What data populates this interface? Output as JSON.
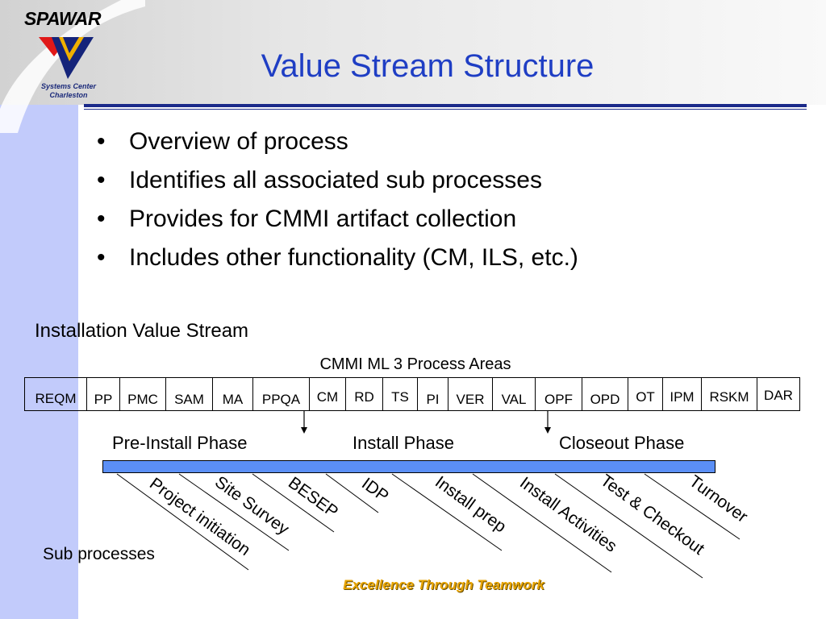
{
  "brand": {
    "name": "SPAWAR",
    "subtitle_line1": "Systems Center",
    "subtitle_line2": "Charleston"
  },
  "slide": {
    "title": "Value Stream Structure",
    "bullets": [
      "Overview of process",
      "Identifies all associated sub processes",
      "Provides for CMMI artifact collection",
      "Includes other functionality (CM, ILS, etc.)"
    ],
    "bullet_marker": "•"
  },
  "value_stream": {
    "label": "Installation Value Stream",
    "cmmi_title": "CMMI ML 3 Process Areas",
    "process_areas": [
      "REQM",
      "PP",
      "PMC",
      "SAM",
      "MA",
      "PPQA",
      "CM",
      "RD",
      "TS",
      "PI",
      "VER",
      "VAL",
      "OPF",
      "OPD",
      "OT",
      "IPM",
      "RSKM",
      "DAR"
    ],
    "phases": [
      "Pre-Install Phase",
      "Install Phase",
      "Closeout Phase"
    ],
    "sub_processes_label": "Sub processes",
    "sub_processes": [
      "Project initiation",
      "Site Survey",
      "BESEP",
      "IDP",
      "Install prep",
      "Install Activities",
      "Test & Checkout",
      "Turnover"
    ]
  },
  "footer": "Excellence Through Teamwork",
  "colors": {
    "title_blue": "#1f3ec4",
    "left_band": "#c2cbfb",
    "timeline_bar": "#5b8ff6",
    "footer_gold": "#e8a400",
    "rule_navy": "#1b2a8a"
  }
}
